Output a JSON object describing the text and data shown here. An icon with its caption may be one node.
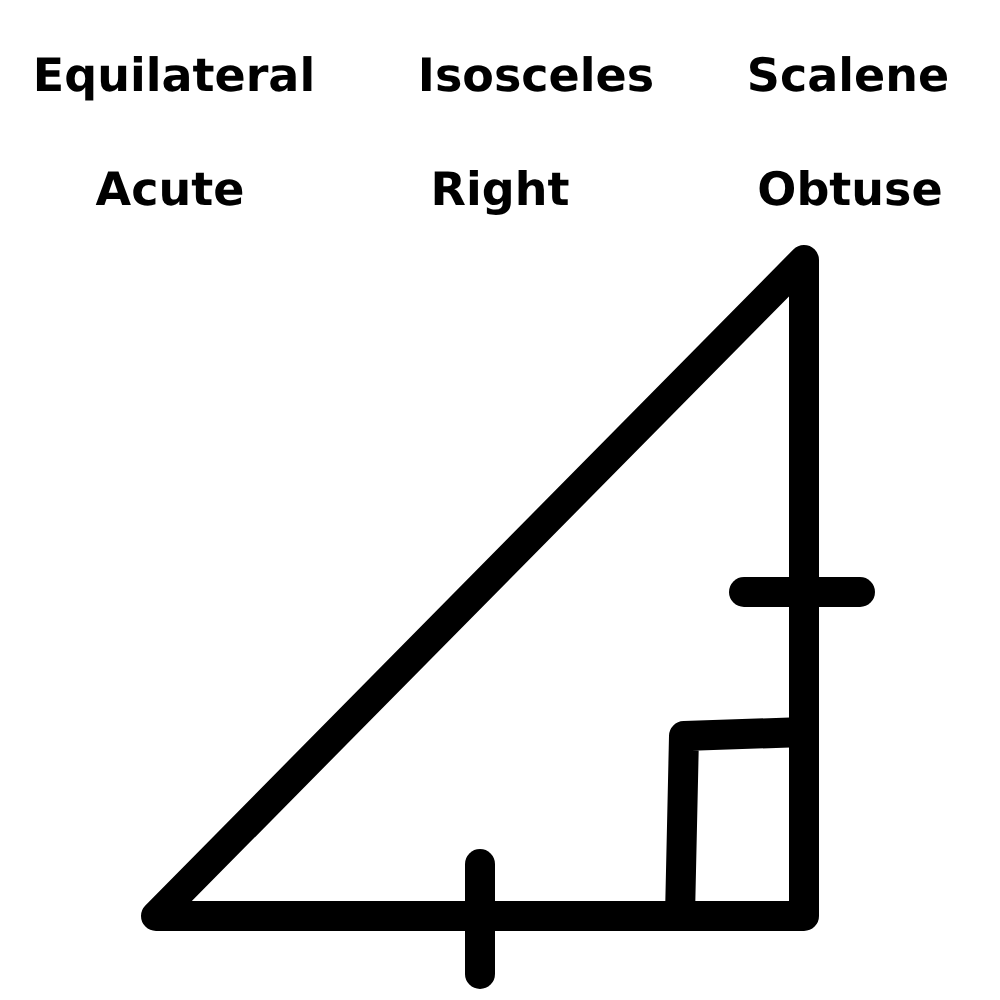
{
  "diagram": {
    "labels": [
      "Equilateral",
      "Isosceles",
      "Scalene",
      "Acute",
      "Right",
      "Obtuse"
    ]
  }
}
